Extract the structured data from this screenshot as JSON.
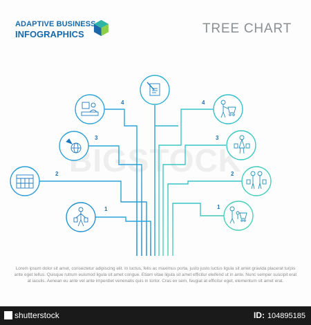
{
  "brand": {
    "line1": "ADAPTIVE BUSINESS",
    "line2": "INFOGRAPHICS",
    "logo_icon": "pie-cube-logo-icon"
  },
  "title": "TREE CHART",
  "colors": {
    "line_left": "#2f9fd6",
    "line_right": "#3fcfc0",
    "brand": "#1769a8"
  },
  "root": {
    "icon": "document-pen-icon"
  },
  "left_branches": [
    {
      "number": "4",
      "icon": "office-desk-worker-icon"
    },
    {
      "number": "3",
      "icon": "globe-airplane-icon"
    },
    {
      "number": "2",
      "icon": "calendar-icon"
    },
    {
      "number": "1",
      "icon": "shopper-with-bags-icon"
    }
  ],
  "right_branches": [
    {
      "number": "4",
      "icon": "person-with-cart-icon"
    },
    {
      "number": "3",
      "icon": "woman-with-bags-icon"
    },
    {
      "number": "2",
      "icon": "couple-shopping-icon"
    },
    {
      "number": "1",
      "icon": "family-with-cart-icon"
    }
  ],
  "description": "Lorem ipsum dolor sit amet, consectetur adipiscing elit. In luctus, felis ac maximus porta, justo justo luctus ligula sit amet gravida placerat turpis ante eget tellus. Quisque rutrum euismod ligula sit amet congue. Etiam vitae ligula sit amet efficitur eleifend ut in ante. Nunc semper suscipit erat at iaculis. Aenean eu ante vel ante imperdiet venenatis quis in tortor. Cras ex sem, feugiat at efficitur eget, elementum sit amet erat.",
  "watermark": {
    "site": "shutterstock",
    "id_label": "ID:",
    "id": "104895185",
    "overlay": "BIGSTOCK"
  }
}
